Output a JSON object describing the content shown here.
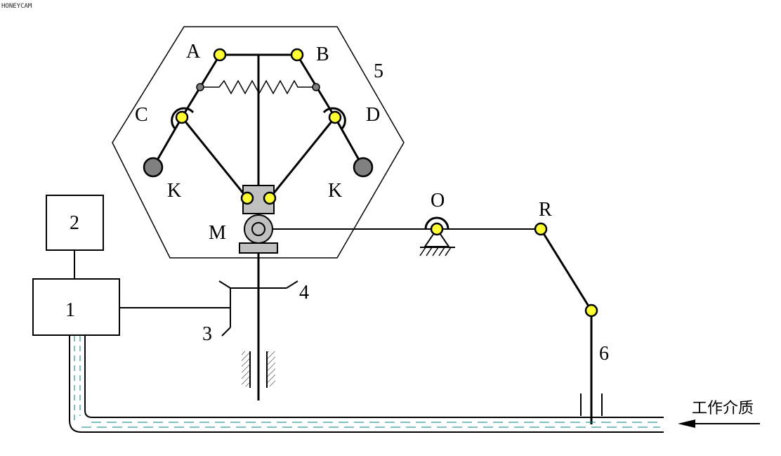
{
  "watermark": "HONEYCAM",
  "labels": {
    "A": "A",
    "B": "B",
    "C": "C",
    "D": "D",
    "K_left": "K",
    "K_right": "K",
    "M": "M",
    "O": "O",
    "R": "R",
    "n1": "1",
    "n2": "2",
    "n3": "3",
    "n4": "4",
    "n5": "5",
    "n6": "6",
    "medium": "工作介质"
  },
  "colors": {
    "joint": "#ffff33",
    "weight": "#808080",
    "slider": "#c0c0c0",
    "fluid": "#008080",
    "line": "#000000"
  }
}
